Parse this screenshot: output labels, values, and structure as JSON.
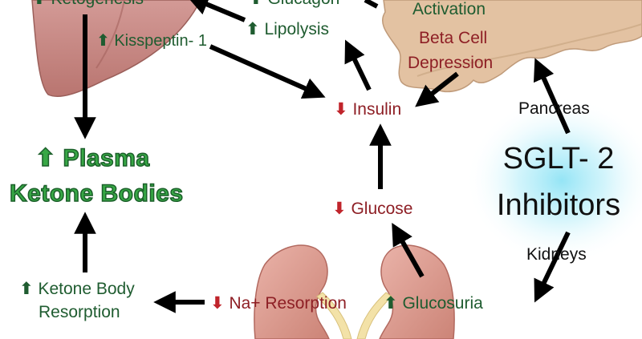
{
  "diagram": {
    "top_left_partial": "Ketogenesis",
    "top_center_partial": "Glucagon",
    "kisspeptin": "Kisspeptin- 1",
    "lipolysis": "Lipolysis",
    "activation": "Activation",
    "beta_cell_line1": "Beta Cell",
    "beta_cell_line2": "Depression",
    "insulin": "Insulin",
    "pancreas": "Pancreas",
    "plasma_line1": "Plasma",
    "plasma_line2": "Ketone Bodies",
    "sglt_line1": "SGLT- 2",
    "sglt_line2": "Inhibitors",
    "glucose": "Glucose",
    "kidneys": "Kidneys",
    "ketone_resorption_line1": "Ketone Body",
    "ketone_resorption_line2": "Resorption",
    "na_resorption": "Na+ Resorption",
    "glucosuria": "Glucosuria"
  },
  "colors": {
    "increase": "#1f5c30",
    "decrease": "#c0242b",
    "ketone_fill": "#37a845",
    "liver": "#c98a86",
    "pancreas": "#e3c2a2",
    "kidney": "#e0a49a",
    "glow": "#8fe3f5"
  },
  "icons": [
    "up-arrow-icon",
    "down-arrow-icon"
  ]
}
